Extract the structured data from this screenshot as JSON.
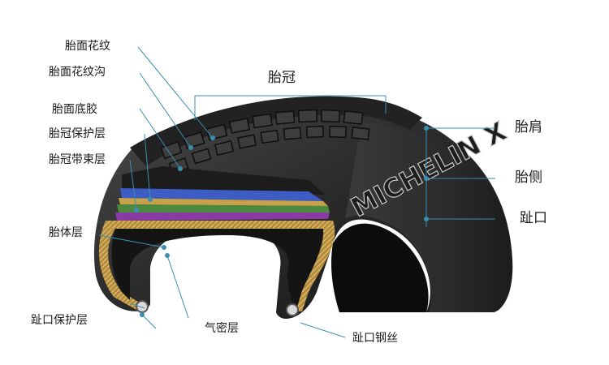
{
  "labels": {
    "tread_pattern": "胎面花纹",
    "tread_groove": "胎面花纹沟",
    "crown": "胎冠",
    "tread_base": "胎面底胶",
    "crown_protection": "胎冠保护层",
    "crown_belt": "胎冠带束层",
    "shoulder": "胎肩",
    "sidewall": "胎侧",
    "bead": "趾口",
    "carcass": "胎体层",
    "bead_protection": "趾口保护层",
    "inner_liner": "气密层",
    "bead_wire": "趾口钢丝"
  },
  "sidewall_brand": "MICHELIN X",
  "colors": {
    "rubber": "#2b2b2b",
    "rubber_dark": "#121212",
    "leader": "#3a8fb0",
    "belt_blue": "#3d5cc4",
    "belt_green": "#4b8a3f",
    "belt_purple": "#8a3aa3",
    "carcass_ply": "#c9a14a"
  }
}
